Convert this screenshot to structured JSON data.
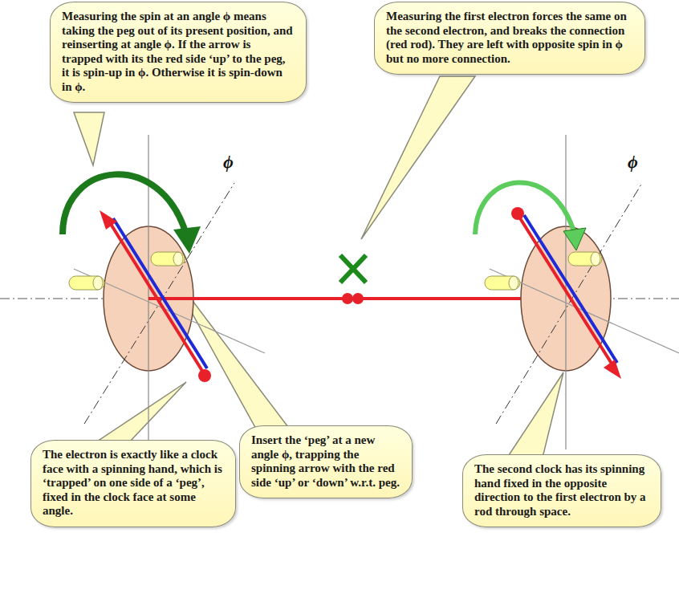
{
  "diagram": {
    "nodes": [
      {
        "text": [
          "Measuring the spin at an angle ϕ means taking the peg out of its present position, and reinserting at angle ϕ. If the arrow is trapped with its the red side ‘up’ to the peg, it is spin-up in ϕ. Otherwise it is spin-down in ϕ."
        ]
      },
      {
        "text": [
          "Measuring the first electron forces the same on the second electron, and breaks the connection (red rod). They are left with opposite spin in ϕ but no more connection."
        ]
      },
      {
        "text": [
          "The electron is exactly like a clock face with a spinning hand, which is ‘trapped’ on one side of a ‘peg’, fixed in the clock face at some angle."
        ]
      },
      {
        "text": [
          "Insert the ‘peg’ at a new angle ϕ, trapping the spinning arrow with the red side ‘up’ or ‘down’ w.r.t. peg."
        ]
      },
      {
        "text": [
          "The second clock has its spinning hand fixed in the opposite direction to the first electron by a rod through space."
        ]
      }
    ],
    "labels": [
      "ϕ",
      "ϕ"
    ]
  }
}
